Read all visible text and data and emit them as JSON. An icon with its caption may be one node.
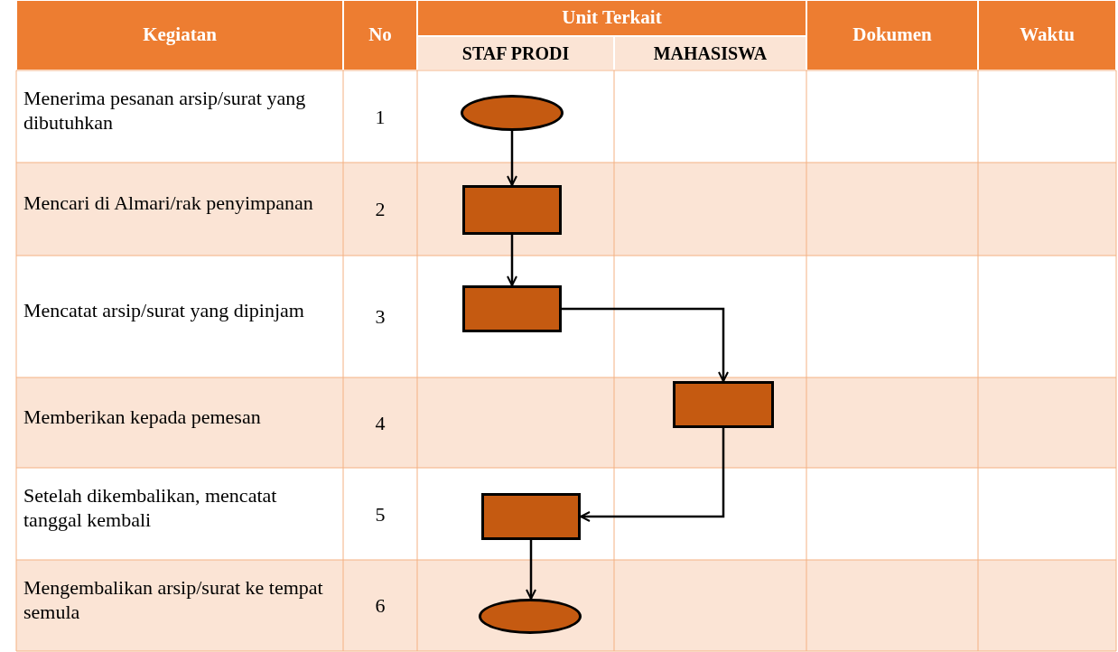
{
  "diagram": {
    "nodes": [
      {
        "text": [],
        "shape": "ellipse"
      },
      {
        "text": [],
        "shape": "box"
      },
      {
        "text": [],
        "shape": "box"
      },
      {
        "text": [],
        "shape": "box"
      },
      {
        "text": [],
        "shape": "box"
      },
      {
        "text": [],
        "shape": "ellipse"
      }
    ],
    "edges": [
      {
        "from": 0,
        "to": 1,
        "arrow": "to"
      },
      {
        "from": 1,
        "to": 2,
        "arrow": "to"
      },
      {
        "from": 2,
        "to": 3,
        "arrow": "to"
      },
      {
        "from": 3,
        "to": 4,
        "arrow": "to"
      },
      {
        "from": 4,
        "to": 5,
        "arrow": "to"
      }
    ],
    "labels": [
      "Kegiatan",
      "No",
      "Unit Terkait",
      "Dokumen",
      "Waktu",
      "STAF PRODI",
      "MAHASISWA",
      "Menerima pesanan arsip/surat yang dibutuhkan",
      "1",
      "Mencari di Almari/rak penyimpanan",
      "2",
      "Mencatat arsip/surat yang dipinjam",
      "3",
      "Memberikan kepada pemesan",
      "4",
      "Setelah dikembalikan, mencatat tanggal kembali",
      "5",
      "Mengembalikan arsip/surat ke tempat semula",
      "6"
    ]
  }
}
